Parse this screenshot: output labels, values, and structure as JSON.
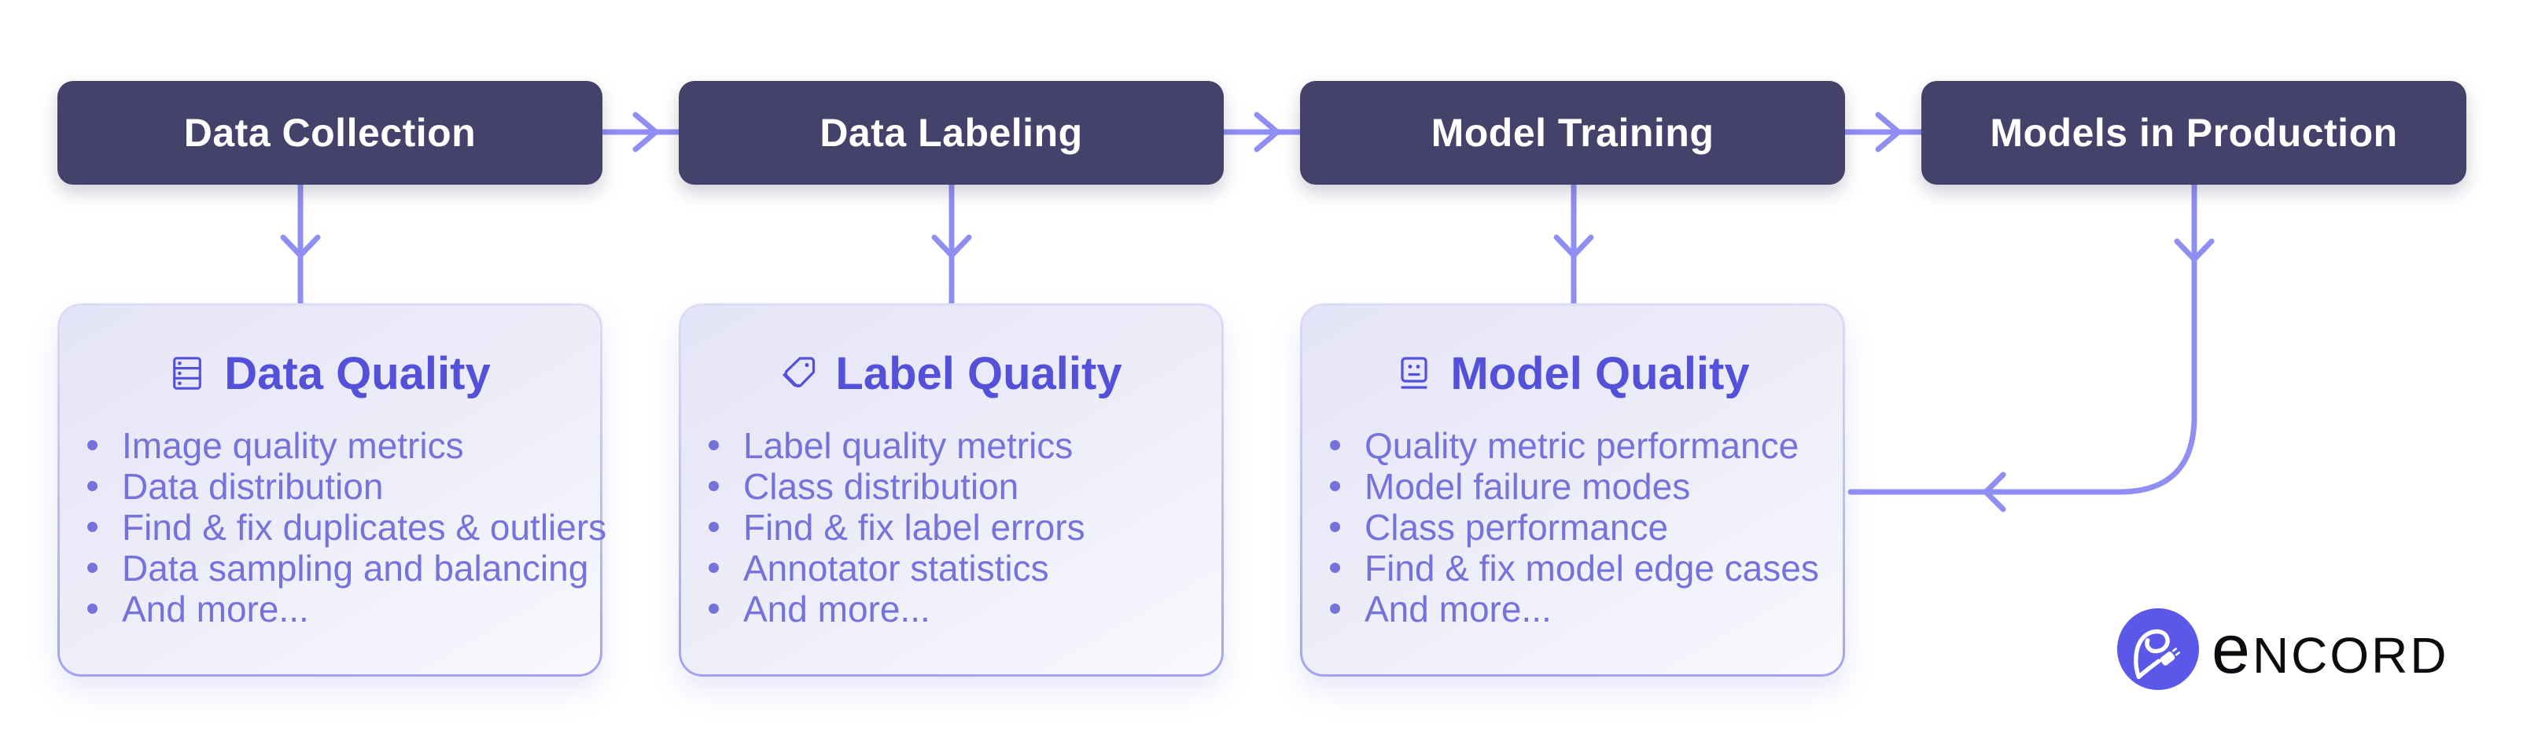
{
  "diagram": {
    "stages": [
      {
        "label": "Data Collection"
      },
      {
        "label": "Data Labeling"
      },
      {
        "label": "Model Training"
      },
      {
        "label": "Models in Production"
      }
    ],
    "cards": [
      {
        "title": "Data Quality",
        "icon": "database-stack-icon",
        "bullets": [
          "Image quality metrics",
          "Data distribution",
          "Find & fix duplicates & outliers",
          "Data sampling and balancing",
          "And more..."
        ]
      },
      {
        "title": "Label Quality",
        "icon": "tags-icon",
        "bullets": [
          "Label quality metrics",
          "Class distribution",
          "Find & fix label errors",
          "Annotator statistics",
          "And more..."
        ]
      },
      {
        "title": "Model Quality",
        "icon": "robot-face-icon",
        "bullets": [
          "Quality metric performance",
          "Model failure modes",
          "Class performance",
          "Find & fix model edge cases",
          "And more..."
        ]
      }
    ]
  },
  "logo": {
    "wordmark_first": "e",
    "wordmark_rest": "NCORD"
  },
  "colors": {
    "stage_bg": "#44426A",
    "stage_text": "#FFFFFF",
    "connector": "#8F8EF2",
    "card_title": "#5350D9",
    "card_bullet": "#7573DB",
    "card_border_bottom": "#A3A2F0",
    "card_bg_top": "#E4E4F8",
    "card_bg_bottom": "#F8F8FD",
    "logo_circle": "#5B57E8",
    "wordmark_text": "#0C0C10"
  }
}
